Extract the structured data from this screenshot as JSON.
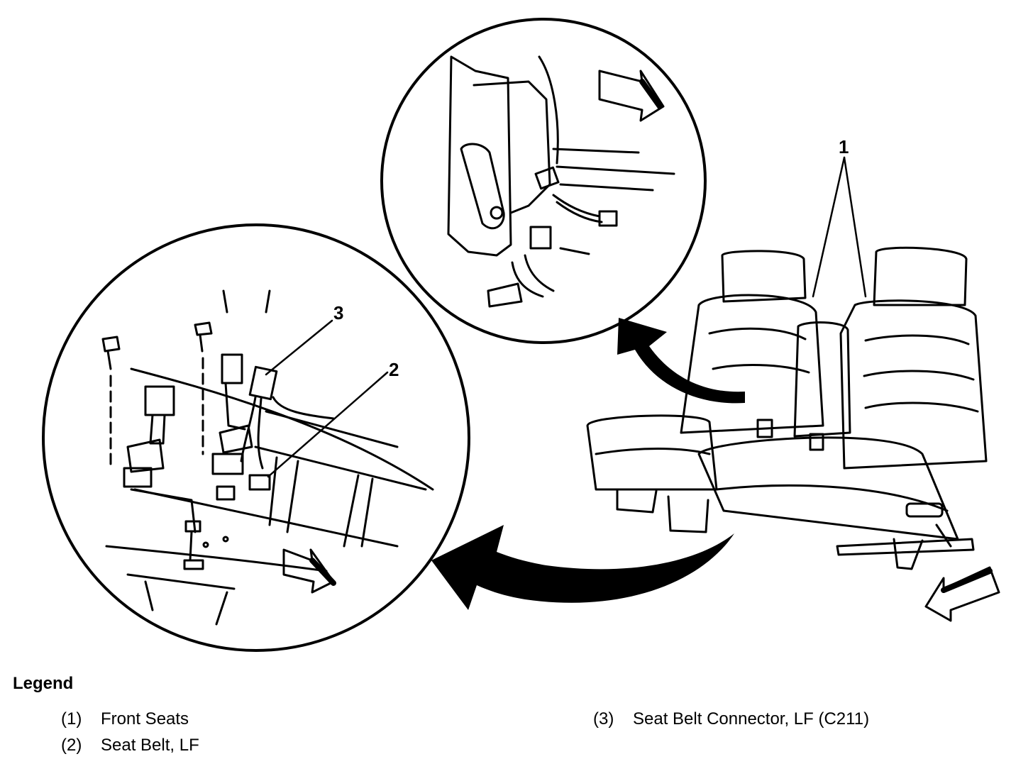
{
  "figure": {
    "callouts": [
      "1",
      "2",
      "3"
    ]
  },
  "legend": {
    "title": "Legend",
    "items": [
      {
        "num": "(1)",
        "label": "Front Seats"
      },
      {
        "num": "(2)",
        "label": "Seat Belt, LF"
      },
      {
        "num": "(3)",
        "label": "Seat Belt Connector, LF (C211)"
      }
    ]
  },
  "colors": {
    "ink": "#000000",
    "paper": "#ffffff"
  }
}
